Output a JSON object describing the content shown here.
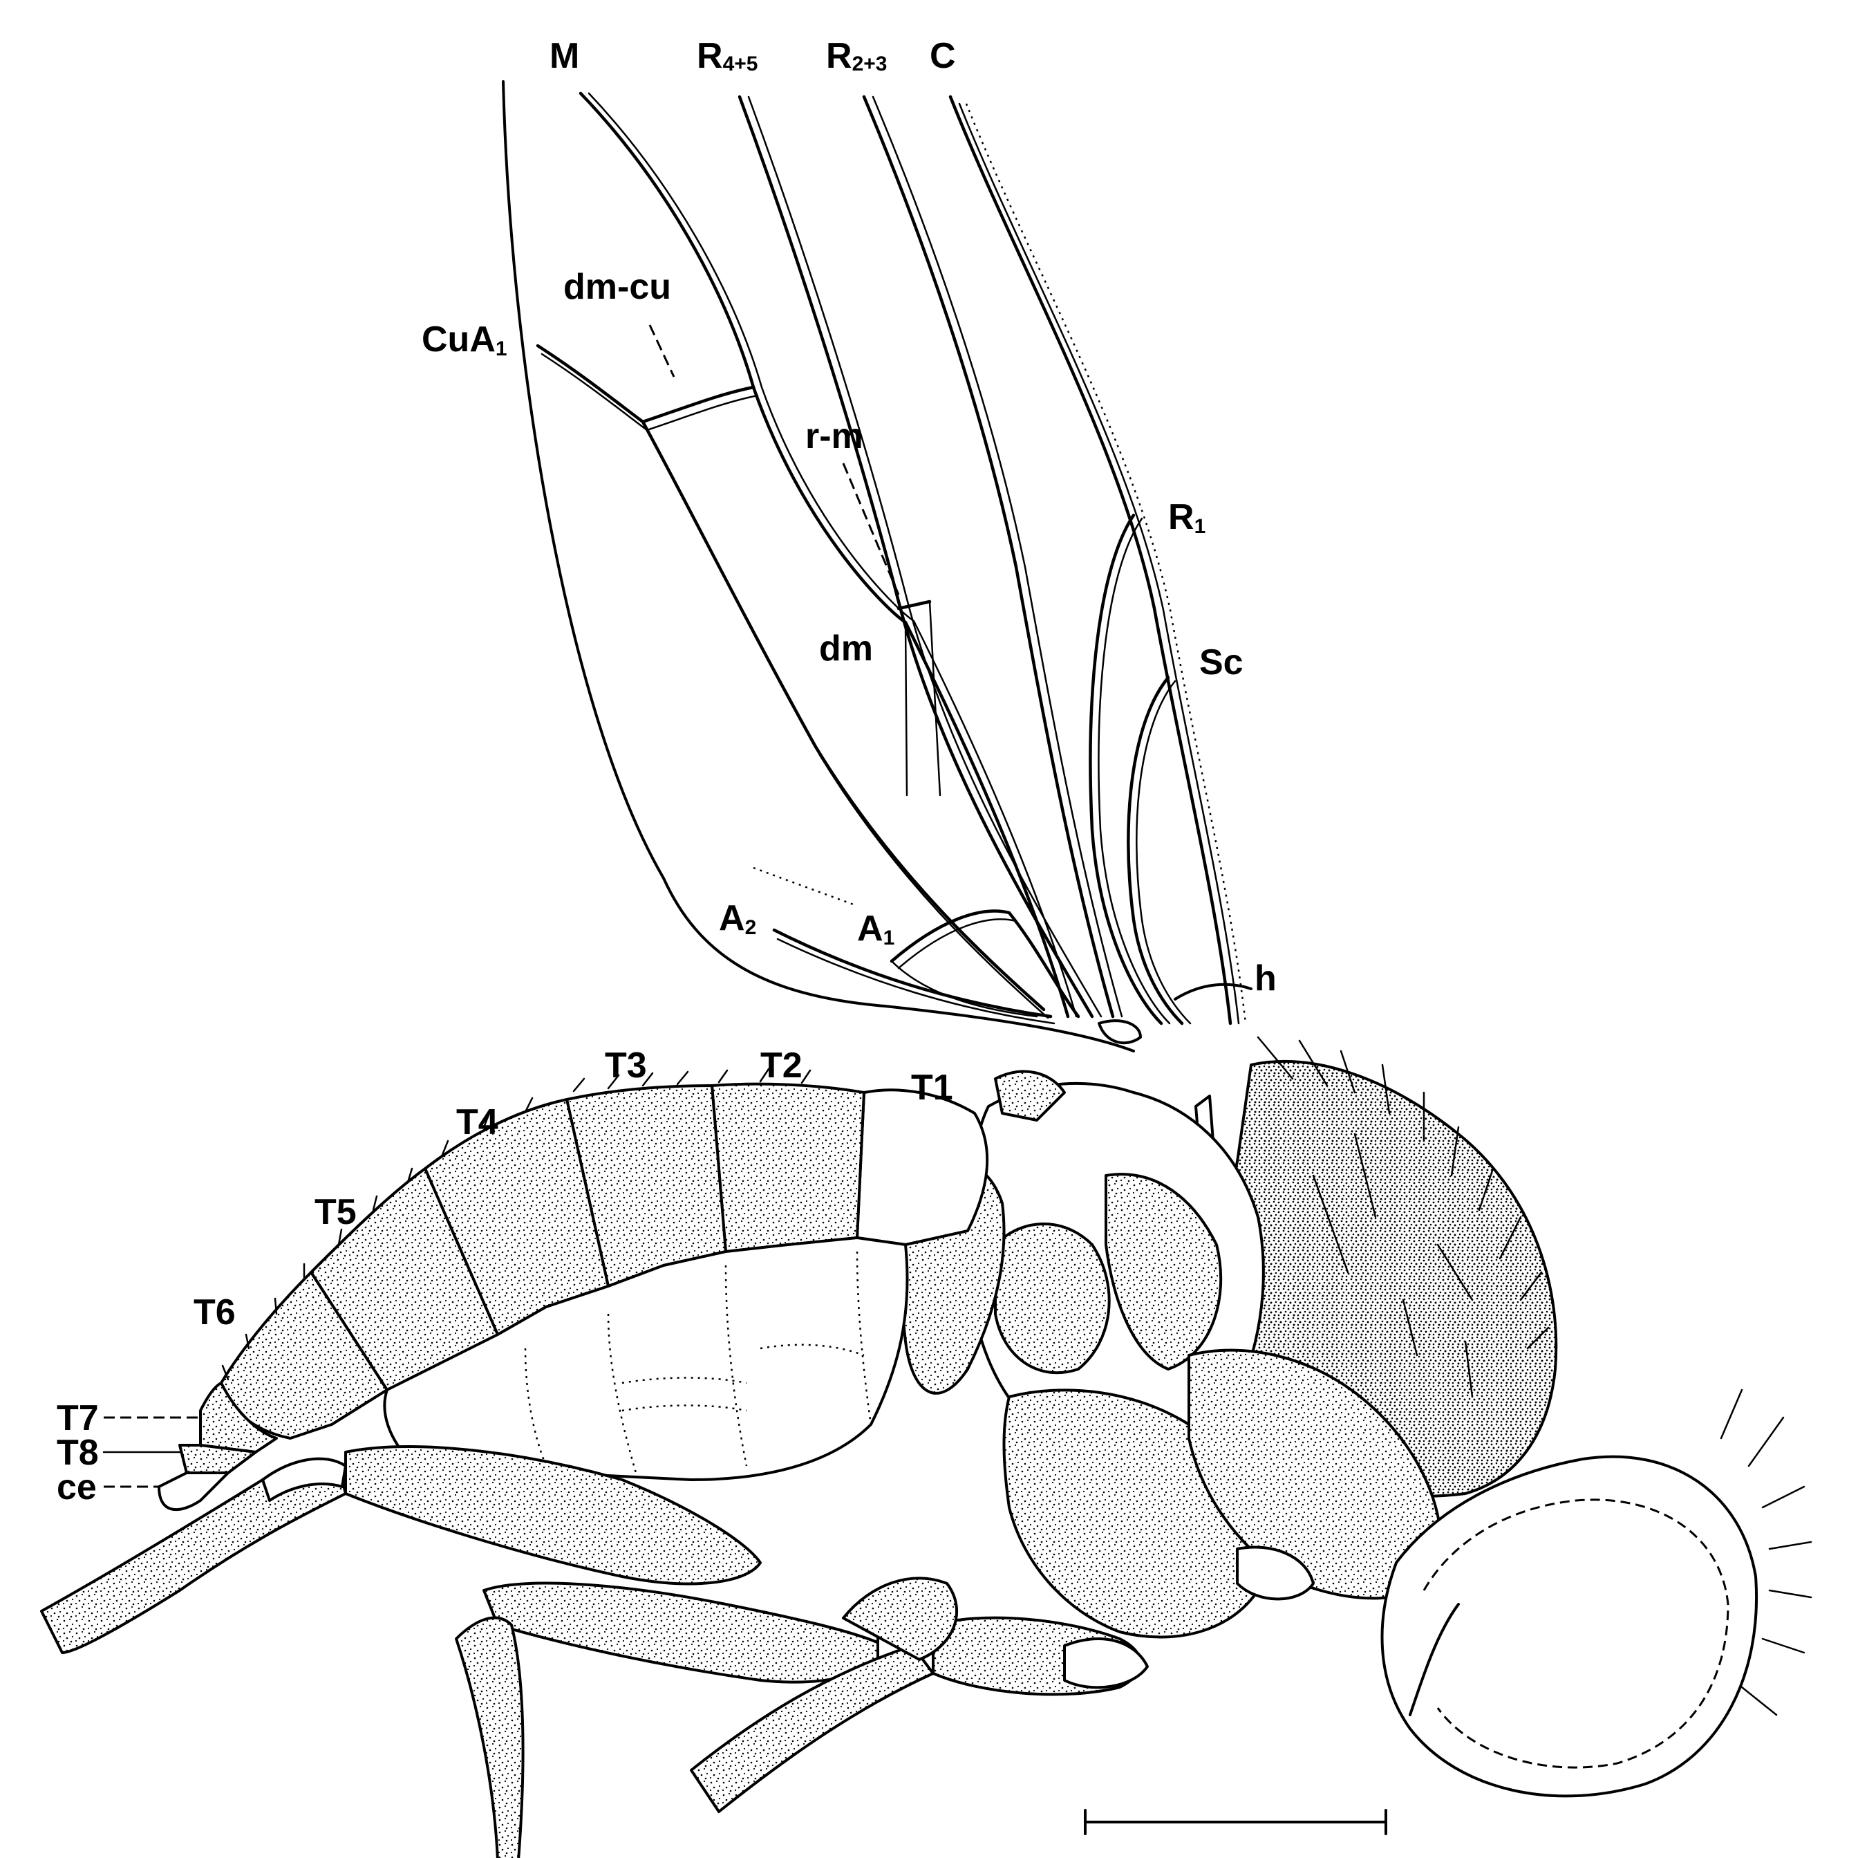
{
  "figure": {
    "wing_vein_labels": {
      "M": "M",
      "R45_main": "R",
      "R45_sub": "4+5",
      "R23_main": "R",
      "R23_sub": "2+3",
      "C": "C",
      "R1_main": "R",
      "R1_sub": "1",
      "Sc": "Sc",
      "CuA1_main": "CuA",
      "CuA1_sub": "1",
      "dm_cu": "dm-cu",
      "r_m": "r-m",
      "dm": "dm",
      "A1_main": "A",
      "A1_sub": "1",
      "A2_main": "A",
      "A2_sub": "2",
      "h": "h"
    },
    "abdomen_labels": {
      "T1": "T1",
      "T2": "T2",
      "T3": "T3",
      "T4": "T4",
      "T5": "T5",
      "T6": "T6",
      "T7": "T7",
      "T8": "T8",
      "ce": "ce"
    },
    "style": {
      "ink": "#000000",
      "background": "#ffffff"
    }
  }
}
